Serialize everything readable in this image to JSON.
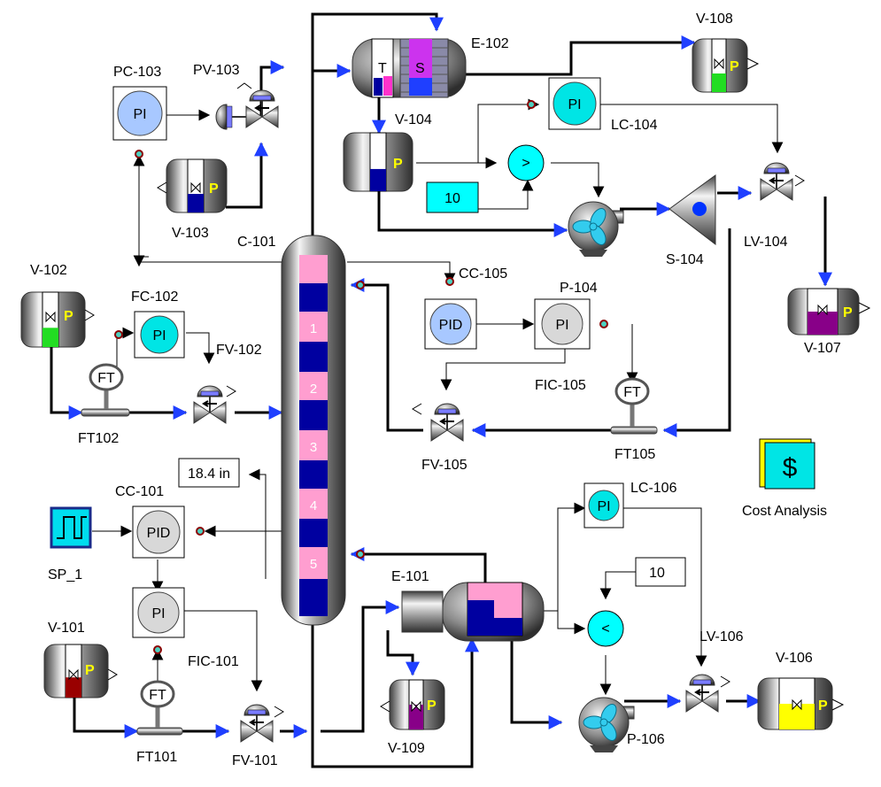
{
  "diagram": {
    "column": {
      "id": "C-101",
      "tray_labels": [
        "1",
        "2",
        "3",
        "4",
        "5"
      ]
    },
    "exchangers": [
      {
        "id": "E-102",
        "marks": [
          "T",
          "S"
        ]
      },
      {
        "id": "E-101"
      }
    ],
    "vessels": [
      "V-101",
      "V-102",
      "V-103",
      "V-104",
      "V-106",
      "V-107",
      "V-108",
      "V-109"
    ],
    "vessel_mark": "P",
    "controllers": [
      {
        "id": "PC-103",
        "type": "PI"
      },
      {
        "id": "LC-104",
        "type": "PI"
      },
      {
        "id": "FC-102",
        "type": "PI"
      },
      {
        "id": "CC-105",
        "type": "PID"
      },
      {
        "id": "FIC-105",
        "type": "PI"
      },
      {
        "id": "CC-101",
        "type": "PID"
      },
      {
        "id": "FIC-101",
        "type": "PI"
      },
      {
        "id": "LC-106",
        "type": "PI"
      }
    ],
    "valves": [
      "PV-103",
      "FV-102",
      "FV-105",
      "FV-101",
      "LV-104",
      "LV-106"
    ],
    "transmitters": [
      "FT102",
      "FT105",
      "FT101"
    ],
    "transmitter_mark": "FT",
    "pumps": [
      "P-104",
      "P-106"
    ],
    "splitter": "S-104",
    "selectors": [
      {
        "symbol": ">",
        "setpoint": "10"
      },
      {
        "symbol": "<",
        "setpoint": "10"
      }
    ],
    "readout": "18.4 in",
    "signal_source": "SP_1",
    "cost": {
      "symbol": "$",
      "label": "Cost Analysis"
    }
  }
}
